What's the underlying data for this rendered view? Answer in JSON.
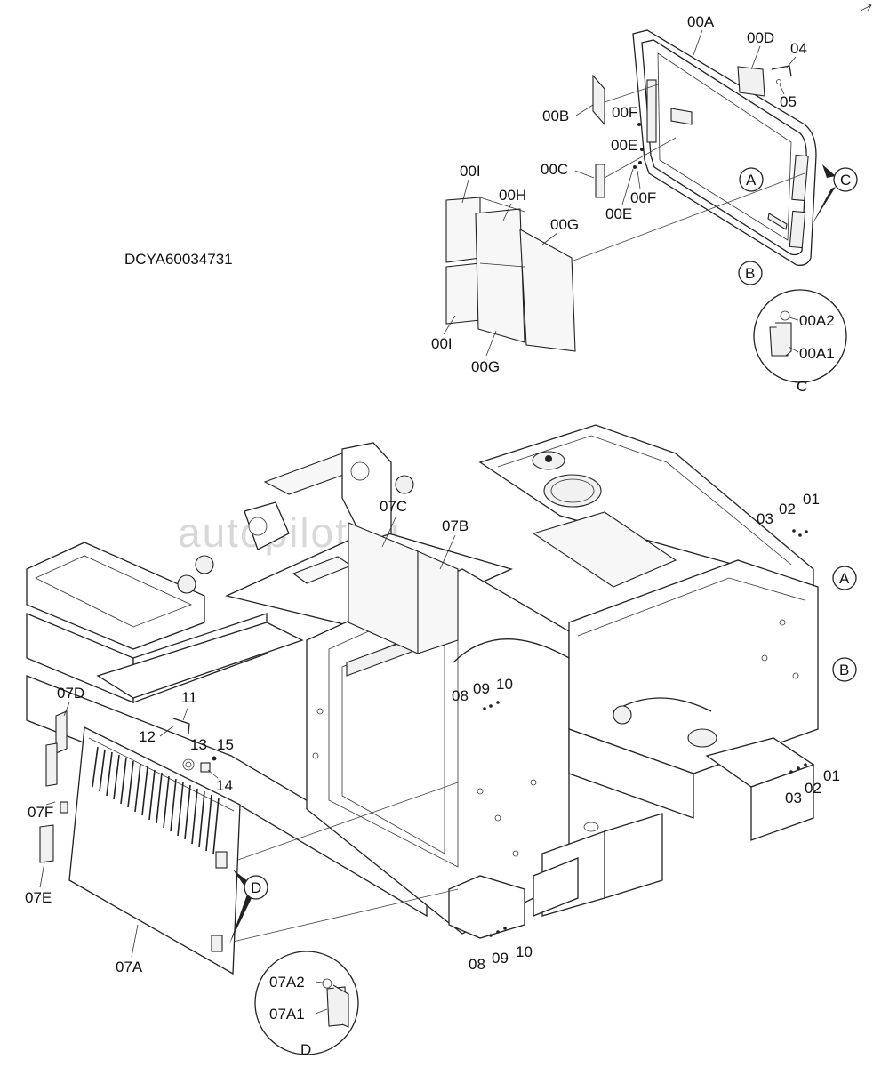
{
  "diagram_code": "DCYA60034731",
  "watermark": "autopilot.ru",
  "part_labels": {
    "p00A": "00A",
    "p00D": "00D",
    "p04": "04",
    "p05": "05",
    "p00B": "00B",
    "p00F_top": "00F",
    "p00E_top": "00E",
    "p00C": "00C",
    "p00F_bot": "00F",
    "p00E_bot": "00E",
    "p00I_top": "00I",
    "p00H": "00H",
    "p00G_top": "00G",
    "p00I_bot": "00I",
    "p00G_bot": "00G",
    "p00A2": "00A2",
    "p00A1": "00A1",
    "p01_top": "01",
    "p02_top": "02",
    "p03_top": "03",
    "p01_bot": "01",
    "p02_bot": "02",
    "p03_bot": "03",
    "p07C": "07C",
    "p07B": "07B",
    "p07D": "07D",
    "p07F": "07F",
    "p07E": "07E",
    "p07A": "07A",
    "p08_top": "08",
    "p09_top": "09",
    "p10_top": "10",
    "p08_bot": "08",
    "p09_bot": "09",
    "p10_bot": "10",
    "p11": "11",
    "p12": "12",
    "p13": "13",
    "p14": "14",
    "p15": "15",
    "p07A2": "07A2",
    "p07A1": "07A1"
  },
  "callouts": {
    "A_top": "A",
    "B_top": "B",
    "C_top": "C",
    "A_right": "A",
    "B_right": "B",
    "D_main": "D"
  },
  "detail_views": {
    "C": "C",
    "D": "D"
  }
}
